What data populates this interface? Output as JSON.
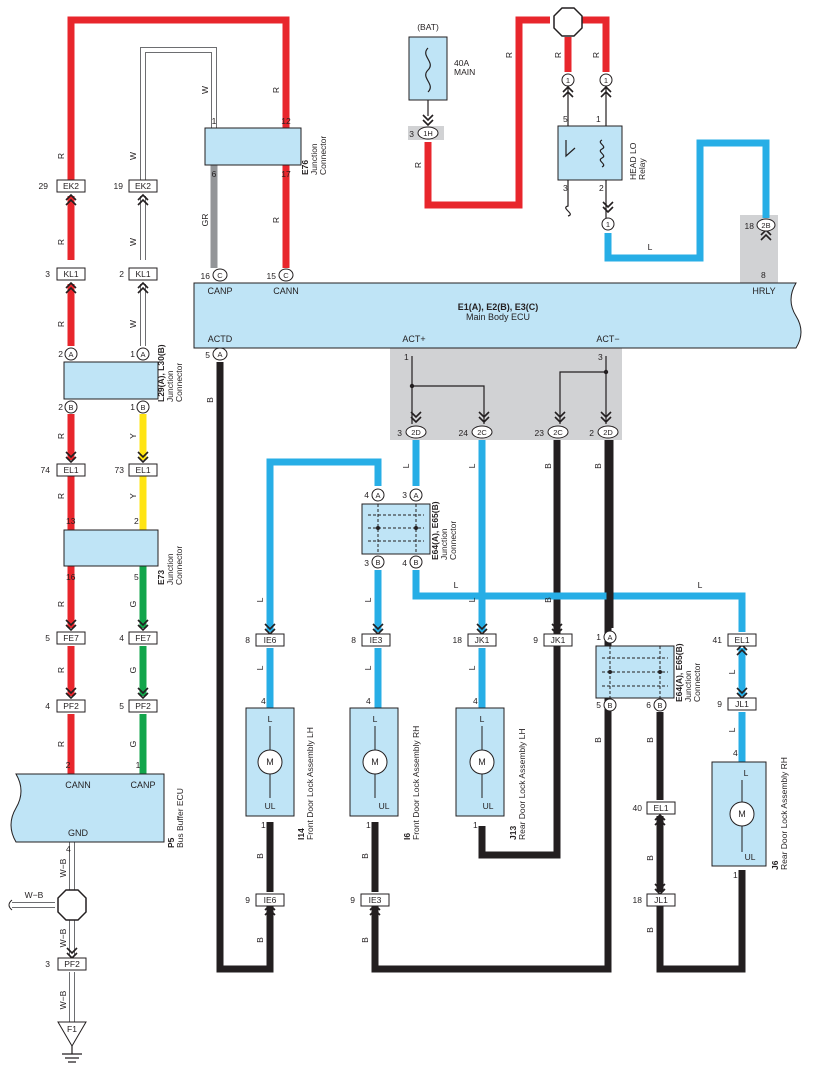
{
  "colors": {
    "R": "#e8262c",
    "L": "#27aee6",
    "B": "#231f20",
    "W": "#ffffff",
    "Y": "#ffe413",
    "G": "#12a54b",
    "GR": "#939598",
    "component_fill": "#bfe4f6",
    "shade": "#d1d2d4"
  },
  "ecu_body": {
    "title": "E1(A), E2(B), E3(C)",
    "subtitle": "Main Body ECU"
  },
  "ecu_body_pins": {
    "canp": "CANP",
    "cann": "CANN",
    "hrly": "HRLY",
    "actd": "ACTD",
    "act_plus": "ACT+",
    "act_minus": "ACT−"
  },
  "ecu_bus": {
    "id": "P5",
    "name": "Bus Buffer ECU",
    "cann": "CANN",
    "canp": "CANP",
    "gnd": "GND"
  },
  "fuse": {
    "top": "(BAT)",
    "line1": "40A",
    "line2": "MAIN"
  },
  "relay": {
    "line1": "HEAD LO",
    "line2": "Relay"
  },
  "jc": {
    "e76": {
      "id": "E76",
      "l1": "Junction",
      "l2": "Connector"
    },
    "l29": {
      "id": "L29(A), L30(B)",
      "l1": "Junction",
      "l2": "Connector"
    },
    "e73": {
      "id": "E73",
      "l1": "Junction",
      "l2": "Connector"
    },
    "e64a": {
      "id": "E64(A), E65(B)",
      "l1": "Junction",
      "l2": "Connector"
    },
    "e64b": {
      "id": "E64(A), E65(B)",
      "l1": "Junction",
      "l2": "Connector"
    }
  },
  "motors": {
    "i14": {
      "id": "I14",
      "name": "Front Door Lock Assembly LH",
      "l": "L",
      "ul": "UL",
      "m": "M"
    },
    "i6": {
      "id": "I6",
      "name": "Front Door Lock Assembly RH",
      "l": "L",
      "ul": "UL",
      "m": "M"
    },
    "j13": {
      "id": "J13",
      "name": "Rear Door Lock Assembly LH",
      "l": "L",
      "ul": "UL",
      "m": "M"
    },
    "j6": {
      "id": "J6",
      "name": "Rear Door Lock Assembly RH",
      "l": "L",
      "ul": "UL",
      "m": "M"
    }
  },
  "ground": {
    "label": "F1"
  },
  "connectors": {
    "ek2_r": {
      "pin": "29",
      "label": "EK2"
    },
    "ek2_w": {
      "pin": "19",
      "label": "EK2"
    },
    "kl1_r": {
      "pin": "3",
      "label": "KL1"
    },
    "kl1_w": {
      "pin": "2",
      "label": "KL1"
    },
    "el1_r": {
      "pin": "74",
      "label": "EL1"
    },
    "el1_y": {
      "pin": "73",
      "label": "EL1"
    },
    "fe7_r": {
      "pin": "5",
      "label": "FE7"
    },
    "fe7_g": {
      "pin": "4",
      "label": "FE7"
    },
    "pf2_r": {
      "pin": "4",
      "label": "PF2"
    },
    "pf2_g": {
      "pin": "5",
      "label": "PF2"
    },
    "pf2_gnd": {
      "pin": "3",
      "label": "PF2"
    },
    "ie6_top": {
      "pin": "8",
      "label": "IE6"
    },
    "ie3_top": {
      "pin": "8",
      "label": "IE3"
    },
    "jk1_l": {
      "pin": "18",
      "label": "JK1"
    },
    "jk1_b": {
      "pin": "9",
      "label": "JK1"
    },
    "el1_l": {
      "pin": "41",
      "label": "EL1"
    },
    "jl1_l": {
      "pin": "9",
      "label": "JL1"
    },
    "el1_b": {
      "pin": "40",
      "label": "EL1"
    },
    "jl1_b": {
      "pin": "18",
      "label": "JL1"
    },
    "ie6_bot": {
      "pin": "9",
      "label": "IE6"
    },
    "ie3_bot": {
      "pin": "9",
      "label": "IE3"
    }
  },
  "ovals": {
    "c16": {
      "pin": "16",
      "label": "C"
    },
    "c15": {
      "pin": "15",
      "label": "C"
    },
    "a5": {
      "pin": "5",
      "label": "A"
    },
    "h1": {
      "pin": "3",
      "label": "1H"
    },
    "b18": {
      "pin": "18",
      "label": "2B"
    },
    "d3": {
      "pin": "3",
      "label": "2D"
    },
    "c24": {
      "pin": "24",
      "label": "2C"
    },
    "c23": {
      "pin": "23",
      "label": "2C"
    },
    "d2": {
      "pin": "2",
      "label": "2D"
    }
  },
  "circles": {
    "l29_a2": {
      "pin": "2",
      "label": "A"
    },
    "l29_a1": {
      "pin": "1",
      "label": "A"
    },
    "l29_b2": {
      "pin": "2",
      "label": "B"
    },
    "l29_b1": {
      "pin": "1",
      "label": "B"
    },
    "e64_a4": {
      "pin": "4",
      "label": "A"
    },
    "e64_a3": {
      "pin": "3",
      "label": "A"
    },
    "e64_b3": {
      "pin": "3",
      "label": "B"
    },
    "e64_b4": {
      "pin": "4",
      "label": "B"
    },
    "e64b_a1": {
      "pin": "1",
      "label": "A"
    },
    "e64b_b5": {
      "pin": "5",
      "label": "B"
    },
    "e64b_b6": {
      "pin": "6",
      "label": "B"
    },
    "r1a": {
      "label": "1"
    },
    "r1b": {
      "label": "1"
    },
    "r1c": {
      "label": "1"
    }
  },
  "pins": {
    "e76_1": "1",
    "e76_12": "12",
    "e76_6": "6",
    "e76_17": "17",
    "e73_13": "13",
    "e73_2": "2",
    "e73_16": "16",
    "e73_5": "5",
    "bus_2": "2",
    "bus_1": "1",
    "bus_4": "4",
    "relay_5": "5",
    "relay_1": "1",
    "relay_3": "3",
    "relay_2": "2",
    "hrly_8": "8",
    "act_1": "1",
    "act_3": "3",
    "i14_4": "4",
    "i14_1": "1",
    "i6_4": "4",
    "i6_1": "1",
    "j13_4": "4",
    "j13_1": "1",
    "j6_4": "4",
    "j6_1": "1"
  },
  "wire_labels": {
    "r": "R",
    "w": "W",
    "l": "L",
    "b": "B",
    "y": "Y",
    "g": "G",
    "gr": "GR",
    "wb": "W−B"
  }
}
